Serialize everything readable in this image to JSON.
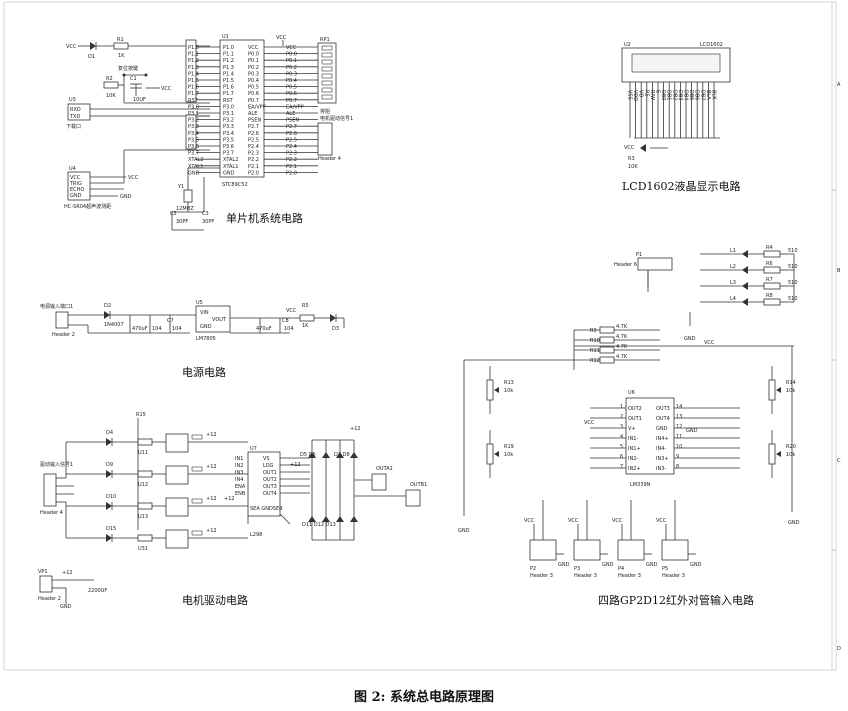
{
  "caption": "图 2: 系统总电路原理图",
  "zones": [
    "A",
    "B",
    "C",
    "D"
  ],
  "sections": {
    "mcu": {
      "title": "单片机系统电路",
      "chip_ref": "U1",
      "chip_name": "STC89C52",
      "left_pins": [
        "P1.0",
        "P1.1",
        "P1.2",
        "P1.3",
        "P1.4",
        "P1.5",
        "P1.6",
        "P1.7",
        "RST",
        "P3.0",
        "P3.1",
        "P3.2",
        "P3.3",
        "P3.4",
        "P3.5",
        "P3.6",
        "P3.7",
        "XTAL2",
        "XTAL1",
        "GND"
      ],
      "right_pins": [
        "VCC",
        "P0.0",
        "P0.1",
        "P0.2",
        "P0.3",
        "P0.4",
        "P0.5",
        "P0.6",
        "P0.7",
        "EA/VPP",
        "ALE",
        "PSEN",
        "P2.7",
        "P2.6",
        "P2.5",
        "P2.4",
        "P2.3",
        "P2.2",
        "P2.1",
        "P2.0"
      ],
      "rp_ref": "RP1",
      "vcc": "VCC",
      "led_d1": "D1",
      "r1": "R1",
      "r1_val": "1K",
      "reset_label": "复位按键",
      "c1": "C1",
      "c1_val": "10UF",
      "r2": "R2",
      "r2_val": "10K",
      "u3": "U3",
      "u3_pins": [
        "RXD",
        "TXD"
      ],
      "u3_label": "下载口",
      "u4": "U4",
      "u4_pins": [
        "VCC",
        "TRIG",
        "ECHO",
        "GND"
      ],
      "u4_label": "HC-SR04超声波测距",
      "gnd": "GND",
      "y1": "Y1",
      "y1_val": "12MHZ",
      "c2": "C2",
      "c3": "C3",
      "cap_val": "30PF",
      "header_label": "排阻",
      "motor_signal": "电机驱动信号1",
      "header4": "Header 4"
    },
    "lcd": {
      "title": "LCD1602液晶显示电路",
      "ref": "U2",
      "name": "LCD1602",
      "pins": [
        "VSS",
        "VDD",
        "VO",
        "RS",
        "R/W",
        "E",
        "DB0",
        "DB1",
        "DB2",
        "DB3",
        "DB4",
        "DB5",
        "DB6",
        "DB7",
        "BLA",
        "BLK"
      ],
      "r3": "R3",
      "r3_val": "10K",
      "vcc": "VCC"
    },
    "power": {
      "title": "电源电路",
      "input_label": "电源输入端口1",
      "header2": "Header 2",
      "d2": "D2",
      "d2_val": "1N4007",
      "c4_val": "470uF",
      "c5_val": "104",
      "c7": "C7",
      "u5": "U5",
      "u5_name": "LM7805",
      "u5_pins": [
        "VIN",
        "VOUT",
        "GND"
      ],
      "c8": "C8",
      "r5": "R5",
      "r5_val": "1K",
      "d3": "D3",
      "vcc": "VCC"
    },
    "motor": {
      "title": "电机驱动电路",
      "signal_label": "驱动输入信号1",
      "header4": "Header 4",
      "optos": [
        "U11",
        "U12",
        "U13",
        "U31"
      ],
      "diodes": [
        "D4",
        "D9",
        "D10",
        "D15"
      ],
      "r15": "R15",
      "u7": "U7",
      "u7_name": "L298",
      "u7_left": [
        "IN1",
        "IN2",
        "IN3",
        "IN4",
        "ENA",
        "ENB"
      ],
      "u7_right": [
        "VS",
        "LOG",
        "OUT1",
        "OUT2",
        "OUT3",
        "OUT4"
      ],
      "sen": "SEA GNDSEB",
      "outa": "OUTA1",
      "outb": "OUTB1",
      "vp1": "VP1",
      "c9_val": "2200UF",
      "header2": "Header 2",
      "v12": "+12",
      "diode_pair": "D5 D6",
      "diode_pair2": "D7 D8",
      "diode_b": "D11 D12 D13"
    },
    "ir": {
      "title": "四路GP2D12红外对管输入电路",
      "p1": "P1",
      "header6": "Header 6",
      "leds": [
        "L1",
        "L2",
        "L3",
        "L4"
      ],
      "r_leds": [
        "R4",
        "R6",
        "R7",
        "R8"
      ],
      "r_led_val": "510",
      "r9_12": [
        "R9",
        "R10",
        "R11",
        "R12"
      ],
      "r9_val": "4.7K",
      "u6": "U6",
      "u6_name": "LM339N",
      "u6_left": [
        "OUT2",
        "OUT1",
        "V+",
        "IN1-",
        "IN1+",
        "IN2-",
        "IN2+"
      ],
      "u6_right": [
        "OUT3",
        "OUT4",
        "GND",
        "IN4+",
        "IN4-",
        "IN3+",
        "IN3-"
      ],
      "u6_pin_left": [
        "1",
        "2",
        "3",
        "4",
        "5",
        "6",
        "7"
      ],
      "u6_pin_right": [
        "14",
        "13",
        "12",
        "11",
        "10",
        "9",
        "8"
      ],
      "pots": [
        "R13",
        "R14",
        "R19",
        "R20"
      ],
      "pot_val": "10k",
      "headers": [
        "P2",
        "P3",
        "P4",
        "P5"
      ],
      "header3": "Header 3",
      "gnd": "GND",
      "vcc": "VCC"
    }
  }
}
